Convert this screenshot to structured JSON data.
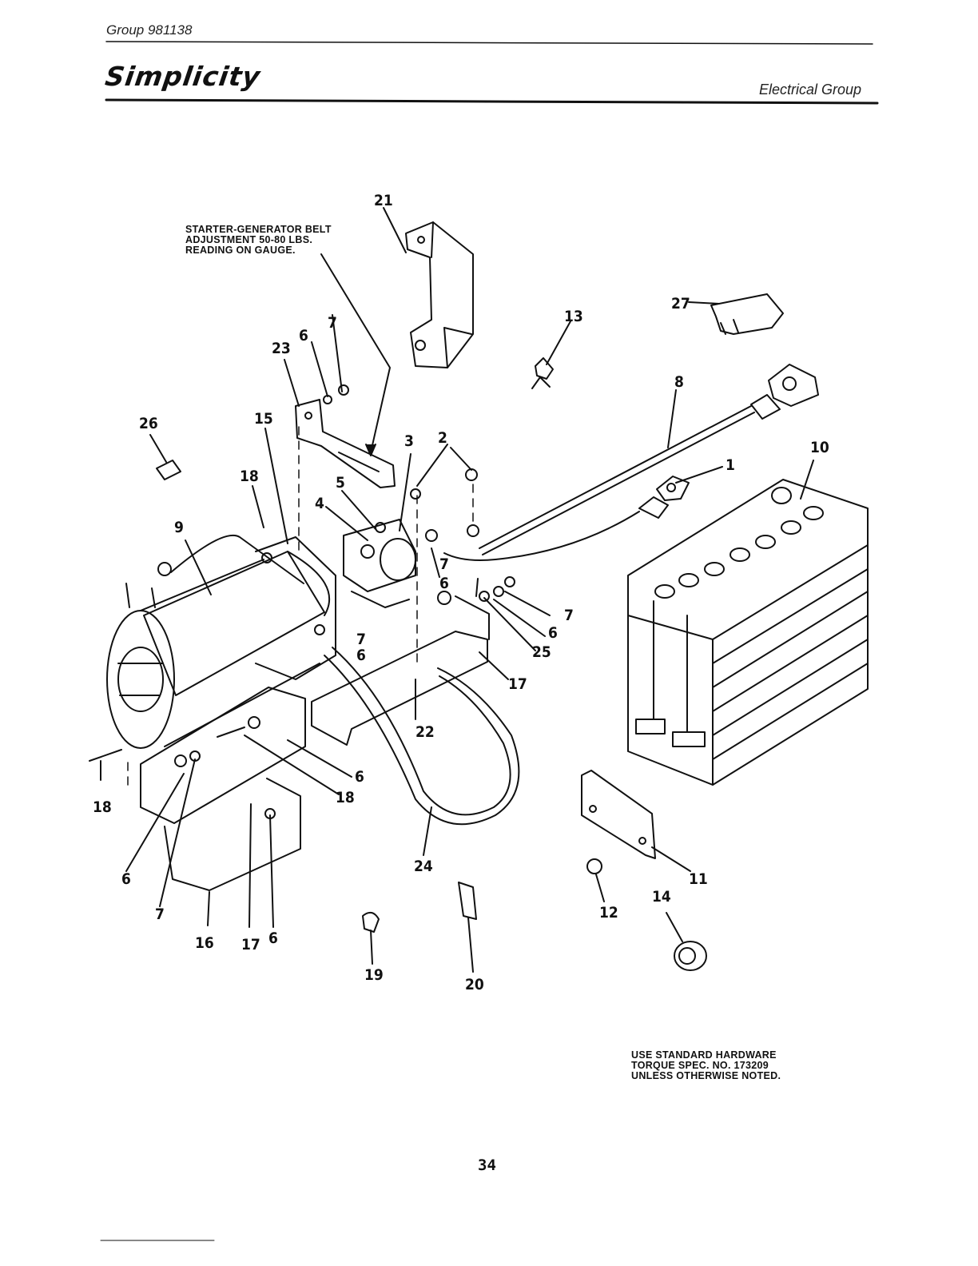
{
  "header": {
    "group_label": "Group 981138",
    "brand": "Simplicity",
    "section_title": "Electrical Group"
  },
  "notes": {
    "belt_adjustment": [
      "STARTER-GENERATOR BELT",
      "ADJUSTMENT 50-80 LBS.",
      "READING ON GAUGE."
    ],
    "hardware": [
      "USE STANDARD HARDWARE",
      "TORQUE SPEC. NO. 173209",
      "UNLESS OTHERWISE NOTED."
    ]
  },
  "callouts": [
    "21",
    "7",
    "6",
    "23",
    "13",
    "27",
    "8",
    "26",
    "15",
    "3",
    "2",
    "10",
    "18",
    "5",
    "1",
    "4",
    "9",
    "7",
    "6",
    "7",
    "7",
    "6",
    "6",
    "25",
    "17",
    "22",
    "6",
    "18",
    "18",
    "24",
    "11",
    "6",
    "7",
    "16",
    "17",
    "6",
    "19",
    "20",
    "12",
    "14"
  ],
  "page_number": "34"
}
